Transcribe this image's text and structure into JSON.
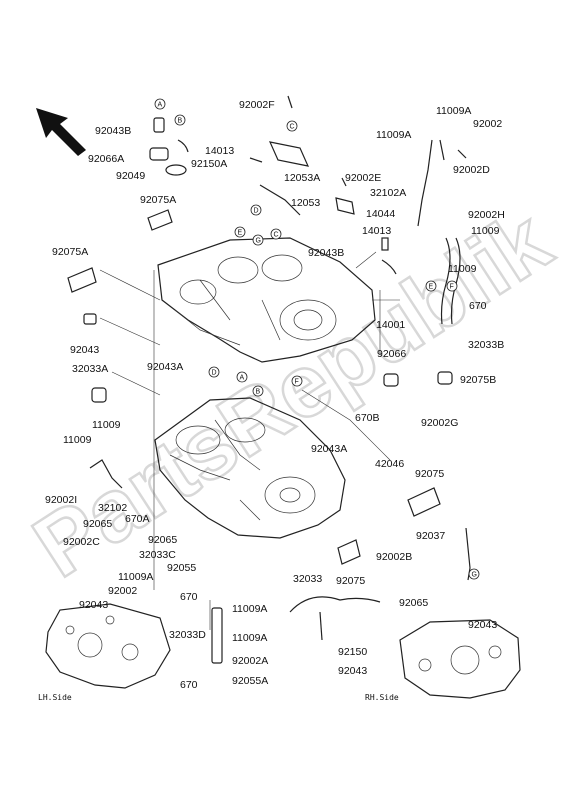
{
  "watermark": "PartsRepublik",
  "labels": [
    "92002F",
    "11009A",
    "92043B",
    "14013",
    "11009A",
    "92002",
    "92066A",
    "92150A",
    "12053A",
    "92049",
    "92002D",
    "92002E",
    "32102A",
    "92075A",
    "12053",
    "92002H",
    "14044",
    "11009",
    "92043B",
    "14013",
    "92075A",
    "11009",
    "670",
    "14001",
    "92043",
    "32033B",
    "92066",
    "32033A",
    "92043A",
    "92075B",
    "670B",
    "92002G",
    "11009",
    "11009",
    "92043A",
    "42046",
    "92075",
    "92002I",
    "32102",
    "670A",
    "92065",
    "92065",
    "92002C",
    "32033C",
    "92037",
    "92055",
    "92002B",
    "11009A",
    "92002",
    "32033",
    "92075",
    "92043",
    "670",
    "11009A",
    "92065",
    "92043",
    "32033D",
    "11009A",
    "92150",
    "92002A",
    "92043",
    "670",
    "92055A"
  ],
  "refs": [
    "A",
    "B",
    "C",
    "D",
    "E",
    "G",
    "C",
    "D",
    "F",
    "E",
    "F",
    "A",
    "B",
    "G"
  ],
  "side_labels": {
    "lh": "LH.Side",
    "rh": "RH.Side"
  }
}
